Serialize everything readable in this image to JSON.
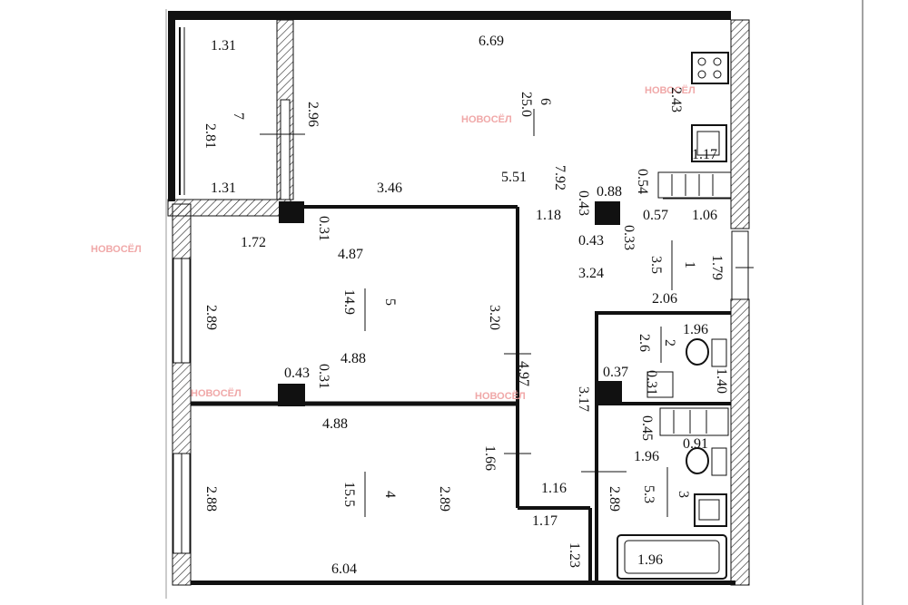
{
  "watermark": {
    "brand": "НОВОСЁЛ"
  },
  "rooms": {
    "r1": {
      "number": "1",
      "area": "3.5"
    },
    "r2": {
      "number": "2",
      "area": "2.6"
    },
    "r3": {
      "number": "3",
      "area": "5.3"
    },
    "r4": {
      "number": "4",
      "area": "15.5"
    },
    "r5": {
      "number": "5",
      "area": "14.9"
    },
    "r6": {
      "number": "6",
      "area": "25.0"
    },
    "r7": {
      "number": "7",
      "area": "2.81"
    }
  },
  "dims": {
    "d_669": "6.69",
    "d_131a": "1.31",
    "d_131b": "1.31",
    "d_296": "2.96",
    "d_243": "2.43",
    "d_117": "1.17",
    "d_054": "0.54",
    "d_088": "0.88",
    "d_043a": "0.43",
    "d_057": "0.57",
    "d_106": "1.06",
    "d_551": "5.51",
    "d_792": "7.92",
    "d_118": "1.18",
    "d_346": "3.46",
    "d_172": "1.72",
    "d_031a": "0.31",
    "d_487": "4.87",
    "d_043b": "0.43",
    "d_033": "0.33",
    "d_179": "1.79",
    "d_324": "3.24",
    "d_206": "2.06",
    "d_289a": "2.89",
    "d_320": "3.20",
    "d_196a": "1.96",
    "d_140": "1.40",
    "d_488a": "4.88",
    "d_043c": "0.43",
    "d_031b": "0.31",
    "d_497": "4.97",
    "d_037": "0.37",
    "d_031c": "0.31",
    "d_317": "3.17",
    "d_045": "0.45",
    "d_091": "0.91",
    "d_488b": "4.88",
    "d_166": "1.66",
    "d_196b": "1.96",
    "d_288": "2.88",
    "d_289b": "2.89",
    "d_116": "1.16",
    "d_289c": "2.89",
    "d_117b": "1.17",
    "d_604": "6.04",
    "d_123": "1.23",
    "d_196c": "1.96"
  }
}
